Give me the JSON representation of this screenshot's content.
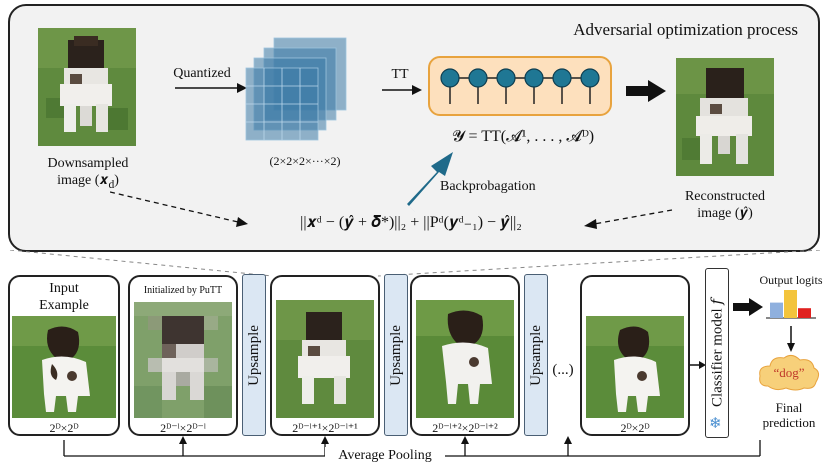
{
  "panel": {
    "title": "Adversarial optimization process",
    "quantized_label": "Quantized",
    "tt_label": "TT",
    "tensor_shape": "(2×2×2×···×2)",
    "tt_equation": "𝓨 = TT(𝓐¹, . . . , 𝓐ᴰ)",
    "backprop_label": "Backprobagation",
    "downsampled_label": "Downsampled",
    "downsampled_sub": "image (𝒙",
    "downsampled_sub_idx": "d",
    "downsampled_close": ")",
    "reconstructed_label": "Reconstructed",
    "reconstructed_sub": "image (𝒚̂)",
    "loss_equation": "||𝒙ᵈ − (𝒚̂ + 𝜹*)||₂ + ||Pᵈ(𝒚ᵈ₋₁) − 𝒚̂||₂"
  },
  "pipeline": {
    "input_title_1": "Input",
    "input_title_2": "Example",
    "initialized_label": "Initialized by PuTT",
    "upsample_label": "Upsample",
    "ellipsis": "(...)",
    "classifier_label": "Classifier model 𝑓",
    "average_pooling": "Average Pooling",
    "captions": [
      "2ᴰ×2ᴰ",
      "2ᴰ⁻ˡ×2ᴰ⁻ˡ",
      "2ᴰ⁻ˡ⁺¹×2ᴰ⁻ˡ⁺¹",
      "2ᴰ⁻ˡ⁺²×2ᴰ⁻ˡ⁺²",
      "2ᴰ×2ᴰ"
    ]
  },
  "output": {
    "logits_label": "Output logits",
    "prediction_word": "“dog”",
    "final_label_1": "Final",
    "final_label_2": "prediction"
  },
  "colors": {
    "logit_bars": [
      "#8fb0de",
      "#f3c43c",
      "#e0211f"
    ],
    "tensor_cube": "#3d7aa6",
    "tt_node": "#1f7794",
    "backprop_arrow": "#1f6a8a",
    "cloud": "#f7d07a"
  },
  "logit_values": [
    0.55,
    1.0,
    0.35
  ]
}
